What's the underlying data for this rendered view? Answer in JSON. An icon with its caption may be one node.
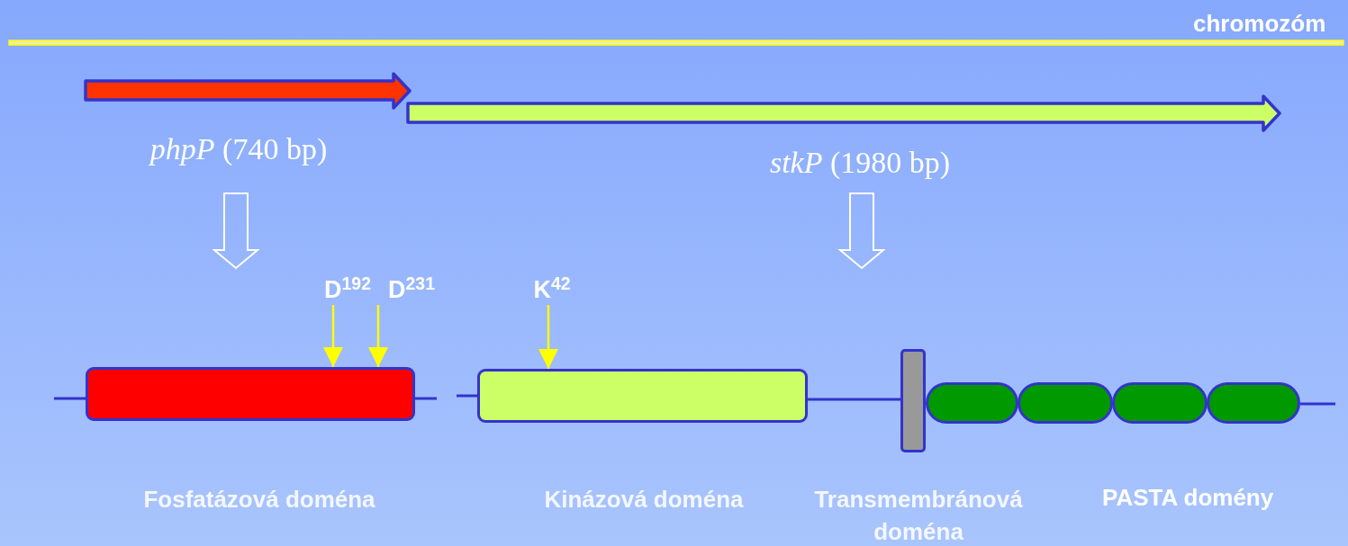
{
  "diagram": {
    "nodes": [
      {
        "text": [
          "*phpP* (740 bp)"
        ]
      },
      {
        "text": [
          "*stkP* (1980 bp)"
        ]
      },
      {
        "text": [
          "D$^{192}$"
        ]
      },
      {
        "text": [
          "D$^{231}$"
        ]
      },
      {
        "text": [
          "K$^{42}$"
        ]
      },
      {
        "text": [],
        "shape": "box",
        "beside": [
          "Fosfatázová doména"
        ]
      },
      {
        "text": [],
        "shape": "box",
        "beside": [
          "Kinázová doména"
        ]
      },
      {
        "text": [],
        "shape": "bar",
        "beside": [
          "Transmembránová doména"
        ]
      },
      {
        "text": [],
        "shape": "box"
      },
      {
        "text": [],
        "shape": "box"
      },
      {
        "text": [],
        "shape": "box"
      },
      {
        "text": [],
        "shape": "box"
      }
    ],
    "edges": [
      {
        "from": 0,
        "to": null,
        "arrow": "to",
        "style": "thick",
        "color": "#ffffff"
      },
      {
        "from": 1,
        "to": null,
        "arrow": "to",
        "style": "thick",
        "color": "#ffffff"
      },
      {
        "from": 2,
        "to": 5,
        "arrow": "to",
        "color": "#ffff00"
      },
      {
        "from": 3,
        "to": 5,
        "arrow": "to",
        "color": "#ffff00"
      },
      {
        "from": 4,
        "to": 6,
        "arrow": "to",
        "color": "#ffff00"
      },
      {
        "from": null,
        "to": 5,
        "arrow": "none"
      },
      {
        "from": 5,
        "to": null,
        "arrow": "none"
      },
      {
        "from": null,
        "to": 6,
        "arrow": "none"
      },
      {
        "from": 6,
        "to": 7,
        "arrow": "none"
      },
      {
        "from": 11,
        "to": null,
        "arrow": "none"
      }
    ],
    "labels": [
      "chromozóm",
      "PASTA domény"
    ]
  }
}
